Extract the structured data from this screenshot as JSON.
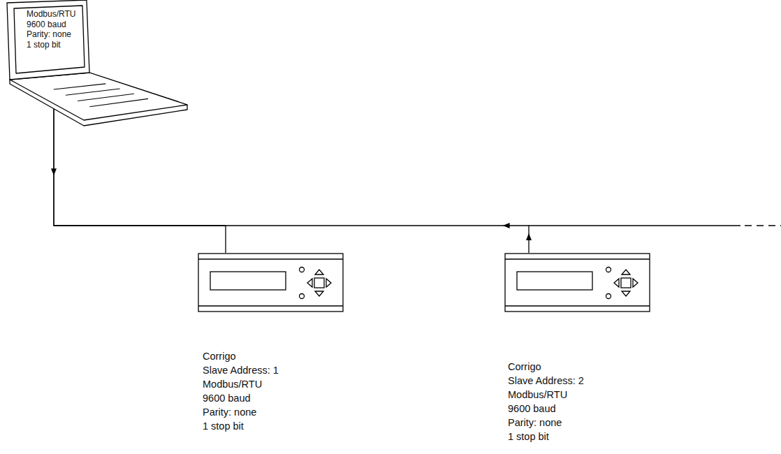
{
  "diagram": {
    "nodes": [
      {
        "text": [
          "Modbus/RTU",
          "9600 baud",
          "Parity: none",
          "1 stop bit"
        ]
      },
      {
        "text": [
          "Corrigo",
          "Slave Address: 1",
          "Modbus/RTU",
          "9600 baud",
          "Parity: none",
          "1 stop bit"
        ]
      },
      {
        "text": [
          "Corrigo",
          "Slave Address: 2",
          "Modbus/RTU",
          "9600 baud",
          "Parity: none",
          "1 stop bit"
        ]
      }
    ],
    "edges": [
      {
        "from": 0,
        "to": 1,
        "arrow": "to"
      },
      {
        "from": 2,
        "to": 0,
        "arrow": "to"
      }
    ]
  }
}
